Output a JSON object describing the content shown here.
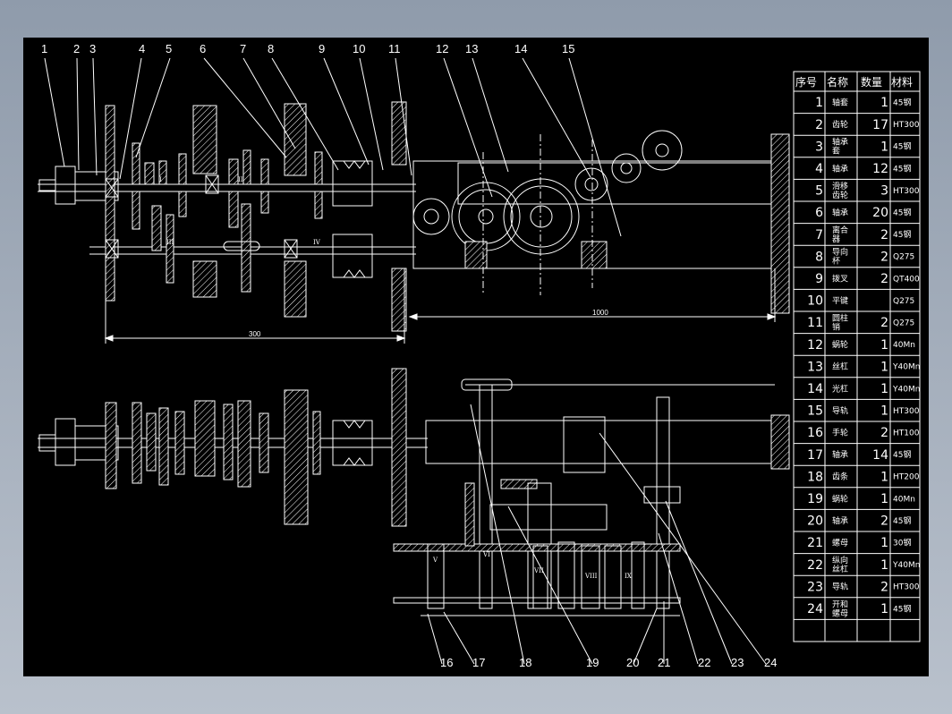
{
  "colors": {
    "background": "#000000",
    "line": "#ffffff",
    "frame": "#9aa4b2"
  },
  "balloons_top": [
    "1",
    "2",
    "3",
    "4",
    "5",
    "6",
    "7",
    "8",
    "9",
    "10",
    "11",
    "12",
    "13",
    "14",
    "15"
  ],
  "balloons_bottom": [
    "16",
    "17",
    "18",
    "19",
    "20",
    "21",
    "22",
    "23",
    "24"
  ],
  "dimensions": {
    "left_length": "300",
    "right_length": "1000"
  },
  "shaft_marks": {
    "upper": [
      "I",
      "II",
      "III",
      "IV"
    ],
    "lower": [
      "V",
      "VI",
      "VII",
      "VIII",
      "IX"
    ]
  },
  "bom": {
    "headers": [
      "序号",
      "名称",
      "数量",
      "材料"
    ],
    "rows": [
      {
        "no": "1",
        "name": "轴套",
        "qty": "1",
        "mat": "45钢"
      },
      {
        "no": "2",
        "name": "齿轮",
        "qty": "17",
        "mat": "HT300"
      },
      {
        "no": "3",
        "name": "轴承套",
        "qty": "1",
        "mat": "45钢"
      },
      {
        "no": "4",
        "name": "轴承",
        "qty": "12",
        "mat": "45钢"
      },
      {
        "no": "5",
        "name": "滑移齿轮",
        "qty": "3",
        "mat": "HT300"
      },
      {
        "no": "6",
        "name": "轴承",
        "qty": "20",
        "mat": "45钢"
      },
      {
        "no": "7",
        "name": "离合器",
        "qty": "2",
        "mat": "45钢"
      },
      {
        "no": "8",
        "name": "导向杯",
        "qty": "2",
        "mat": "Q275"
      },
      {
        "no": "9",
        "name": "拨叉",
        "qty": "2",
        "mat": "QT400"
      },
      {
        "no": "10",
        "name": "平键",
        "qty": "",
        "mat": "Q275"
      },
      {
        "no": "11",
        "name": "圆柱销",
        "qty": "2",
        "mat": "Q275"
      },
      {
        "no": "12",
        "name": "蜗轮",
        "qty": "1",
        "mat": "40Mn"
      },
      {
        "no": "13",
        "name": "丝杠",
        "qty": "1",
        "mat": "Y40Mn"
      },
      {
        "no": "14",
        "name": "光杠",
        "qty": "1",
        "mat": "Y40Mn"
      },
      {
        "no": "15",
        "name": "导轨",
        "qty": "1",
        "mat": "HT300"
      },
      {
        "no": "16",
        "name": "手轮",
        "qty": "2",
        "mat": "HT100"
      },
      {
        "no": "17",
        "name": "轴承",
        "qty": "14",
        "mat": "45钢"
      },
      {
        "no": "18",
        "name": "齿条",
        "qty": "1",
        "mat": "HT200"
      },
      {
        "no": "19",
        "name": "蜗轮",
        "qty": "1",
        "mat": "40Mn"
      },
      {
        "no": "20",
        "name": "轴承",
        "qty": "2",
        "mat": "45钢"
      },
      {
        "no": "21",
        "name": "螺母",
        "qty": "1",
        "mat": "30钢"
      },
      {
        "no": "22",
        "name": "纵向丝杠",
        "qty": "1",
        "mat": "Y40Mn"
      },
      {
        "no": "23",
        "name": "导轨",
        "qty": "2",
        "mat": "HT300"
      },
      {
        "no": "24",
        "name": "开和螺母",
        "qty": "1",
        "mat": "45钢"
      }
    ]
  }
}
